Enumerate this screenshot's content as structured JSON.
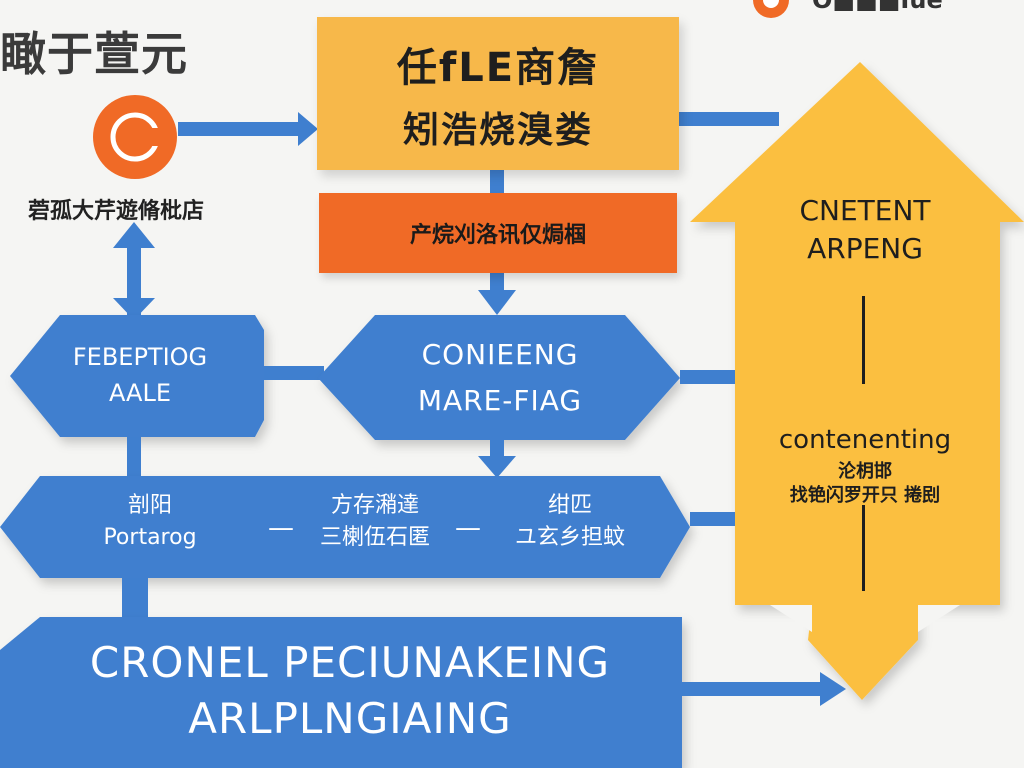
{
  "title": "瞰于萱元",
  "brand_text": "O■■■Iue",
  "left_caption": "菪孤大芹遊脩枇店",
  "yellow_box": {
    "line1": "任fLE商詹",
    "line2": "矧浩烧溴娄"
  },
  "orange_box": {
    "text": "产烷刈洛讯仅焗椢"
  },
  "hex_left": {
    "line1": "FEBEPTIOG",
    "line2": "AALE"
  },
  "hex_mid": {
    "line1": "CONIEENG",
    "line2": "MARE-FIAG"
  },
  "band": {
    "col1": {
      "top": "剖阳",
      "bottom": "Portarog"
    },
    "col2": {
      "top": "方存潲達",
      "bottom": "三楋伍石匿"
    },
    "col3": {
      "top": "绀匹",
      "bottom": "ユ玄乡担蚊"
    },
    "dash": "—"
  },
  "bottom_box": {
    "line1": "CRONEL PECIUNAKEING",
    "line2": "ARLPLNGIAING"
  },
  "big_arrow": {
    "line1": "CNETENT",
    "line2": "ARPENG",
    "line3": "contenenting",
    "line4": "沦枂邯",
    "line5": "找铯闪罗开只 捲刡"
  },
  "colors": {
    "blue": "#3f7fcf",
    "blue_dark": "#2f6bbf",
    "yellow": "#f7b84a",
    "orange": "#f06a26",
    "light_yellow": "#fbbf3f"
  },
  "icons": [
    "orange-ring-logo-icon",
    "arrow-icon"
  ]
}
